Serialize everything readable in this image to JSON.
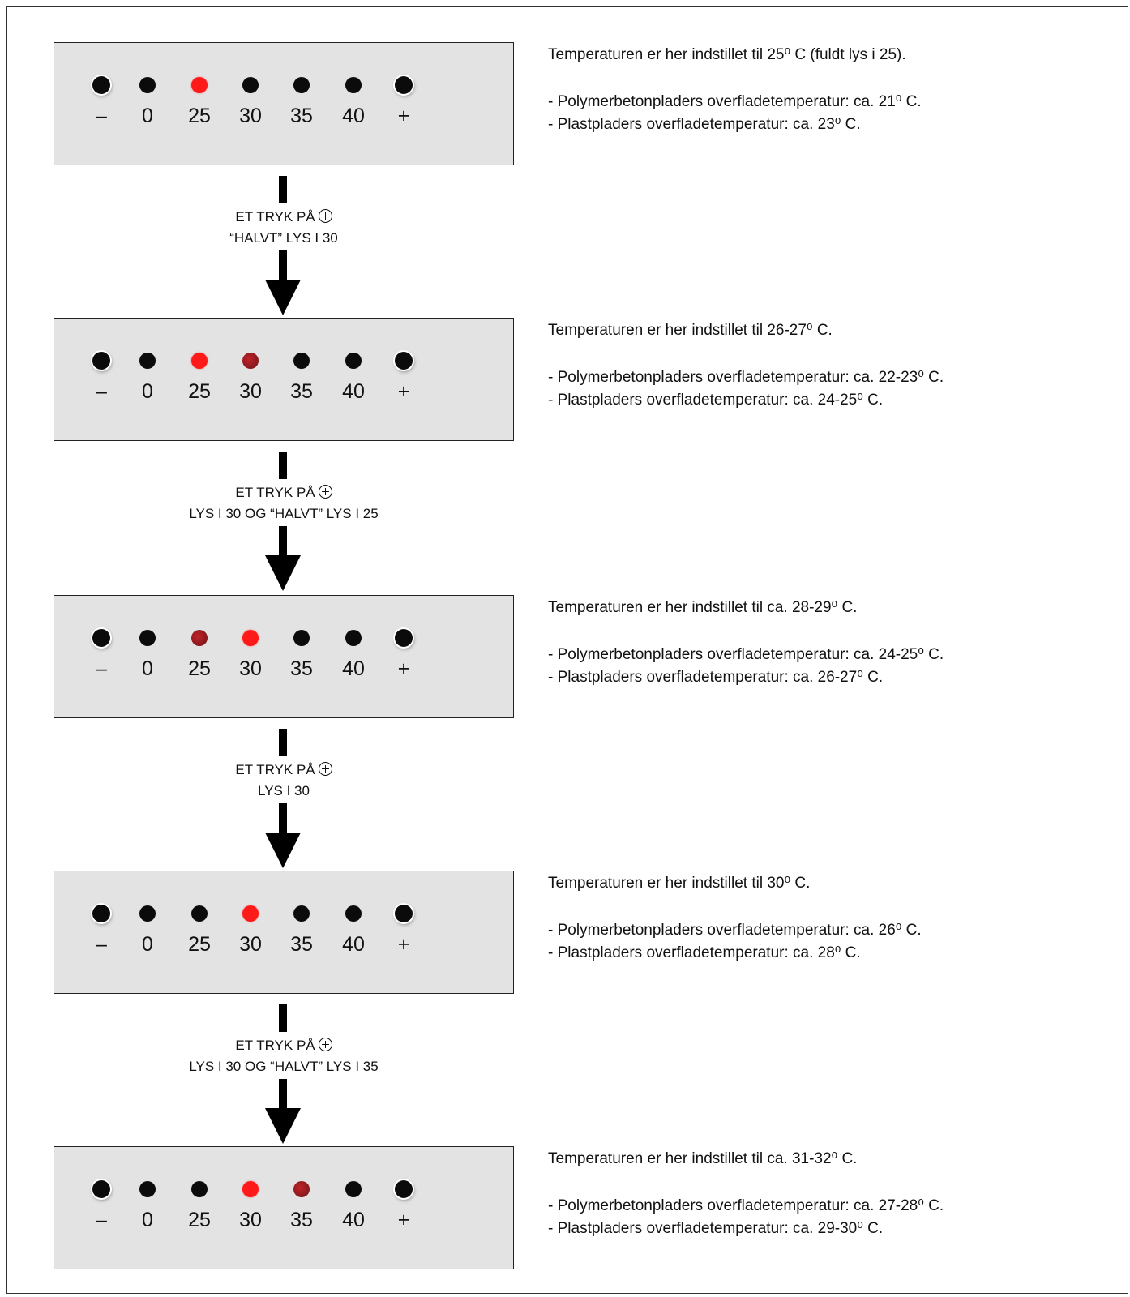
{
  "panel_labels": [
    "–",
    "0",
    "25",
    "30",
    "35",
    "40",
    "+"
  ],
  "steps": [
    {
      "lights": {
        "full": [
          "25"
        ],
        "half": []
      },
      "heading": "Temperaturen er her indstillet til 25⁰ C (fuldt lys i 25).",
      "lines": [
        "- Polymerbetonpladers overfladetemperatur: ca. 21⁰ C.",
        "- Plastpladers overfladetemperatur: ca. 23⁰ C."
      ]
    },
    {
      "lights": {
        "full": [
          "25"
        ],
        "half": [
          "30"
        ]
      },
      "heading": "Temperaturen er her indstillet til 26-27⁰ C.",
      "lines": [
        "- Polymerbetonpladers overfladetemperatur: ca. 22-23⁰ C.",
        "- Plastpladers overfladetemperatur: ca. 24-25⁰ C."
      ]
    },
    {
      "lights": {
        "full": [
          "30"
        ],
        "half": [
          "25"
        ]
      },
      "heading": "Temperaturen er her indstillet til ca. 28-29⁰ C.",
      "lines": [
        "- Polymerbetonpladers overfladetemperatur: ca. 24-25⁰ C.",
        "- Plastpladers overfladetemperatur: ca. 26-27⁰ C."
      ]
    },
    {
      "lights": {
        "full": [
          "30"
        ],
        "half": []
      },
      "heading": "Temperaturen er her indstillet til 30⁰ C.",
      "lines": [
        "- Polymerbetonpladers overfladetemperatur: ca. 26⁰ C.",
        "- Plastpladers overfladetemperatur: ca. 28⁰ C."
      ]
    },
    {
      "lights": {
        "full": [
          "30"
        ],
        "half": [
          "35"
        ]
      },
      "heading": "Temperaturen er her indstillet til ca. 31-32⁰ C.",
      "lines": [
        "- Polymerbetonpladers overfladetemperatur: ca. 27-28⁰ C.",
        "- Plastpladers overfladetemperatur: ca. 29-30⁰ C."
      ]
    }
  ],
  "transitions": [
    {
      "action": "ET TRYK PÅ",
      "button": "+",
      "result": "“HALVT” LYS I 30"
    },
    {
      "action": "ET TRYK PÅ",
      "button": "+",
      "result": "LYS I 30 OG “HALVT” LYS I 25"
    },
    {
      "action": "ET TRYK PÅ",
      "button": "+",
      "result": "LYS I 30"
    },
    {
      "action": "ET TRYK PÅ",
      "button": "+",
      "result": "LYS I 30 OG “HALVT” LYS I 35"
    }
  ]
}
